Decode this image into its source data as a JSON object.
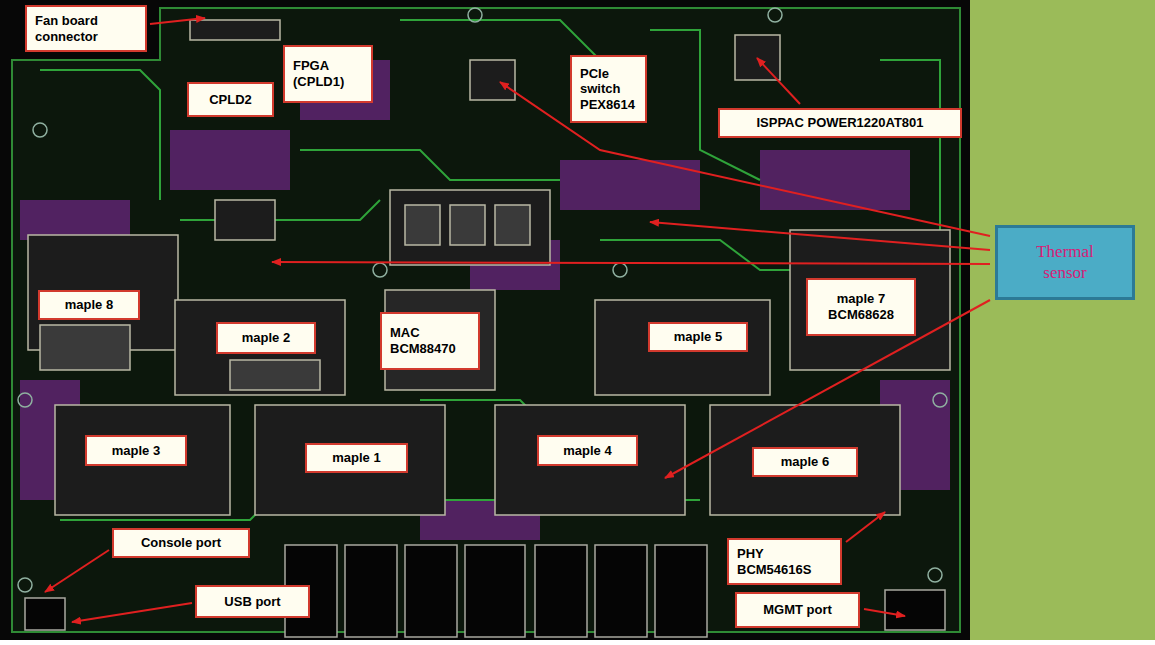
{
  "diagram": {
    "nodes": [
      {
        "text": [
          "Fan board connector"
        ]
      },
      {
        "text": [
          "CPLD2"
        ]
      },
      {
        "text": [
          "FPGA (CPLD1)"
        ]
      },
      {
        "text": [
          "PCIe switch PEX8614"
        ]
      },
      {
        "text": [
          "ISPPAC POWER1220AT801"
        ]
      },
      {
        "text": [
          "maple 8"
        ]
      },
      {
        "text": [
          "maple 2"
        ]
      },
      {
        "text": [
          "MAC BCM88470"
        ]
      },
      {
        "text": [
          "maple 5"
        ]
      },
      {
        "text": [
          "maple 7 BCM68628"
        ]
      },
      {
        "text": [
          "maple 3"
        ]
      },
      {
        "text": [
          "maple 1"
        ]
      },
      {
        "text": [
          "maple 4"
        ]
      },
      {
        "text": [
          "maple 6"
        ]
      },
      {
        "text": [
          "Console port"
        ]
      },
      {
        "text": [
          "USB port"
        ]
      },
      {
        "text": [
          "PHY BCM54616S"
        ]
      },
      {
        "text": [
          "MGMT port"
        ]
      },
      {
        "text": [
          "Thermal sensor"
        ]
      }
    ]
  }
}
